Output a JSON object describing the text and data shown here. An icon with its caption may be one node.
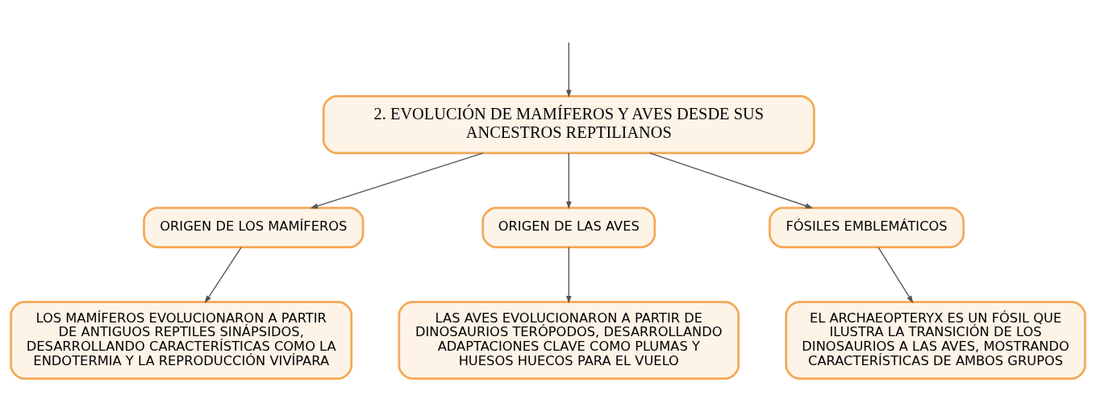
{
  "diagram": {
    "nodes": [
      {
        "text": [
          "2. EVOLUCIÓN DE MAMÍFEROS Y AVES DESDE SUS ANCESTROS REPTILIANOS"
        ]
      },
      {
        "text": [
          "ORIGEN DE LOS MAMÍFEROS"
        ]
      },
      {
        "text": [
          "ORIGEN DE LAS AVES"
        ]
      },
      {
        "text": [
          "FÓSILES EMBLEMÁTICOS"
        ]
      },
      {
        "text": [
          "LOS MAMÍFEROS EVOLUCIONARON A PARTIR DE ANTIGUOS REPTILES SINÁPSIDOS, DESARROLLANDO CARACTERÍSTICAS COMO LA ENDOTERMIA Y LA REPRODUCCIÓN VIVÍPARA"
        ]
      },
      {
        "text": [
          "LAS AVES EVOLUCIONARON A PARTIR DE DINOSAURIOS TERÓPODOS, DESARROLLANDO ADAPTACIONES CLAVE COMO PLUMAS Y HUESOS HUECOS PARA EL VUELO"
        ]
      },
      {
        "text": [
          "EL ARCHAEOPTERYX ES UN FÓSIL QUE ILUSTRA LA TRANSICIÓN DE LOS DINOSAURIOS A LAS AVES, MOSTRANDO CARACTERÍSTICAS DE AMBOS GRUPOS"
        ]
      }
    ],
    "edges": [
      {
        "from": null,
        "to": 0,
        "arrow": "to"
      },
      {
        "from": 0,
        "to": 1,
        "arrow": "to"
      },
      {
        "from": 0,
        "to": 2,
        "arrow": "to"
      },
      {
        "from": 0,
        "to": 3,
        "arrow": "to"
      },
      {
        "from": 1,
        "to": 4,
        "arrow": "to"
      },
      {
        "from": 2,
        "to": 5,
        "arrow": "to"
      },
      {
        "from": 3,
        "to": 6,
        "arrow": "to"
      }
    ]
  }
}
